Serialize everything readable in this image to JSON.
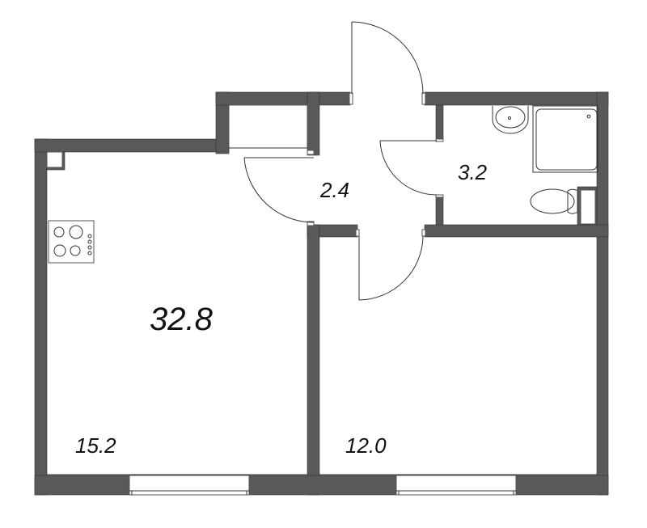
{
  "floor_plan": {
    "total_area": "32.8",
    "rooms": [
      {
        "id": "kitchen-living",
        "area": "15.2"
      },
      {
        "id": "bedroom",
        "area": "12.0"
      },
      {
        "id": "hallway",
        "area": "2.4"
      },
      {
        "id": "bathroom",
        "area": "3.2"
      }
    ],
    "colors": {
      "wall": "#595959",
      "line": "#333333",
      "background": "#ffffff",
      "text": "#111111"
    },
    "fixtures": [
      "stove",
      "sink",
      "shower",
      "toilet",
      "ventilation-shaft"
    ],
    "doors": [
      "entrance-door",
      "hallway-kitchen-door",
      "bathroom-door",
      "bedroom-door"
    ],
    "windows": [
      "kitchen-window",
      "bedroom-window"
    ]
  }
}
